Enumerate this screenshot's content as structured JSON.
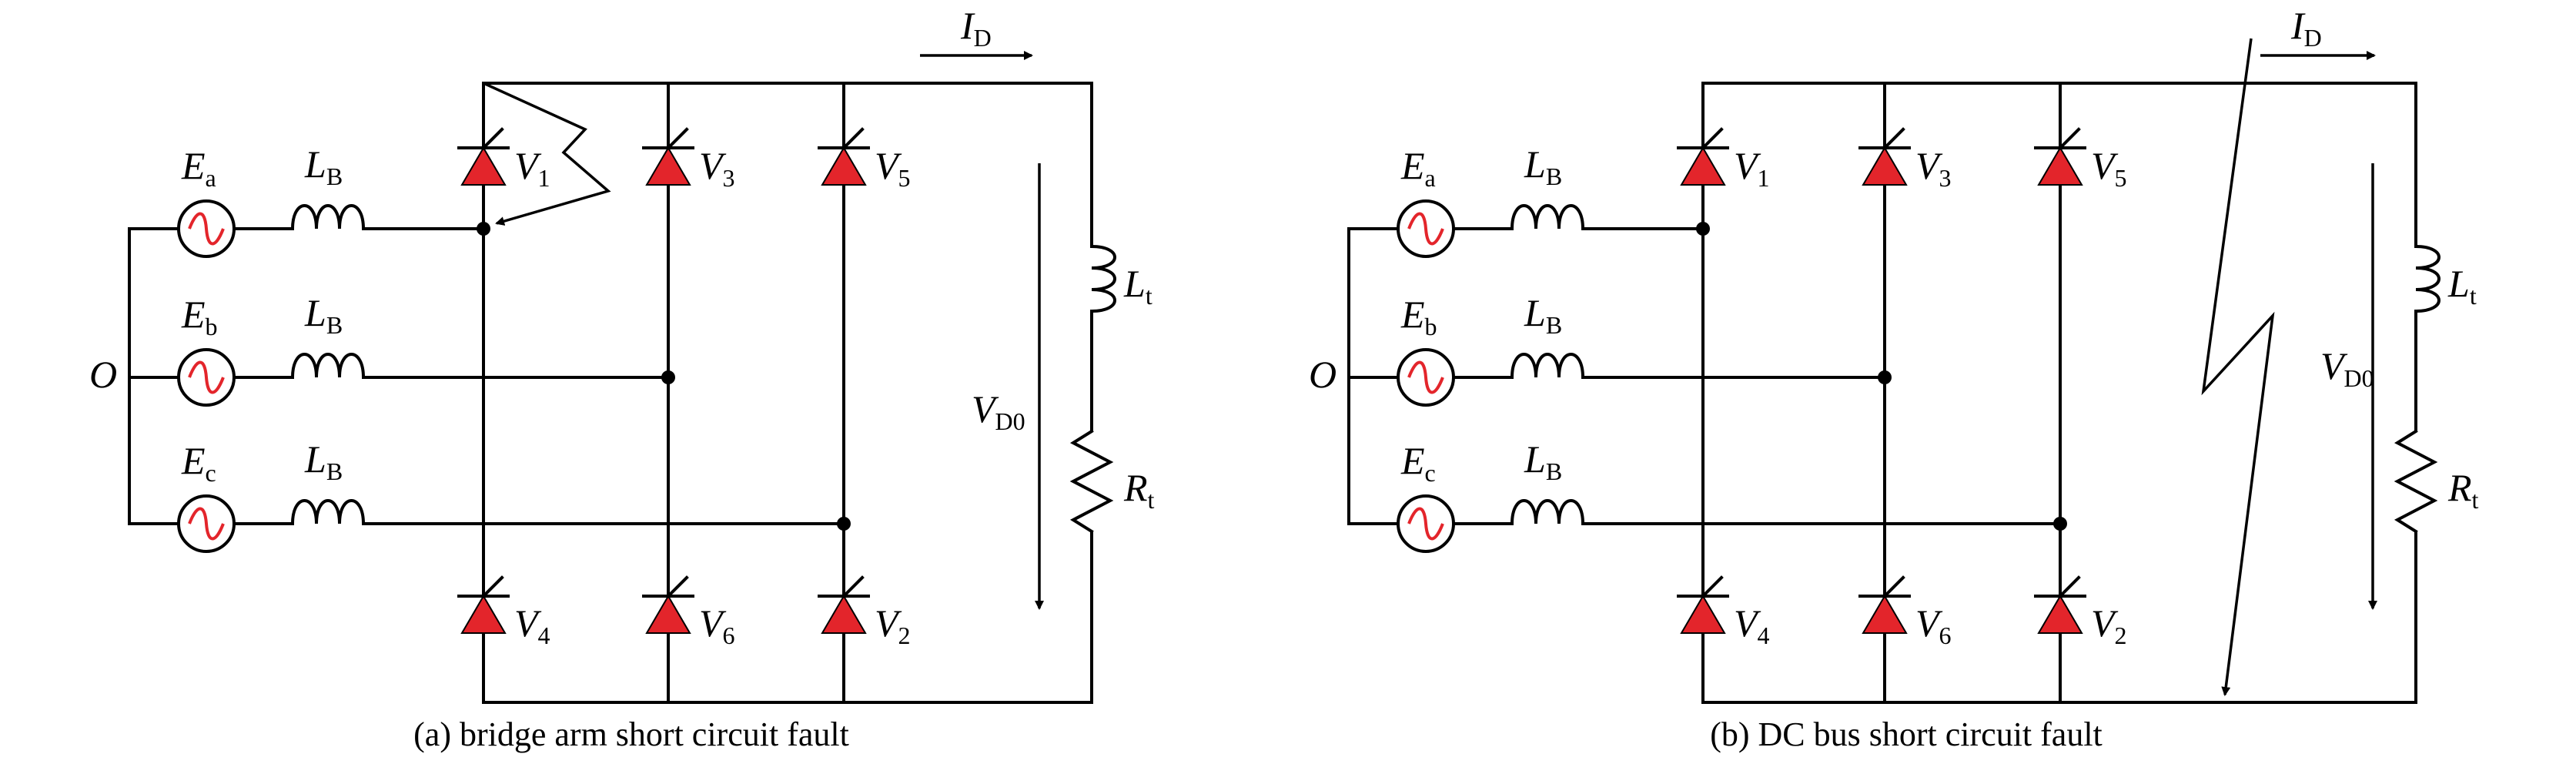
{
  "circuits": [
    {
      "id": "a",
      "caption": "(a) bridge arm short circuit fault",
      "sources": [
        {
          "name": "E",
          "sub": "a",
          "inductor": "L",
          "inductor_sub": "B"
        },
        {
          "name": "E",
          "sub": "b",
          "inductor": "L",
          "inductor_sub": "B"
        },
        {
          "name": "E",
          "sub": "c",
          "inductor": "L",
          "inductor_sub": "B"
        }
      ],
      "neutral_label": "O",
      "thyristors_top": [
        {
          "name": "V",
          "sub": "1"
        },
        {
          "name": "V",
          "sub": "3"
        },
        {
          "name": "V",
          "sub": "5"
        }
      ],
      "thyristors_bottom": [
        {
          "name": "V",
          "sub": "4"
        },
        {
          "name": "V",
          "sub": "6"
        },
        {
          "name": "V",
          "sub": "2"
        }
      ],
      "current": {
        "name": "I",
        "sub": "D"
      },
      "voltage": {
        "name": "V",
        "sub": "D0"
      },
      "load_inductor": {
        "name": "L",
        "sub": "t"
      },
      "load_resistor": {
        "name": "R",
        "sub": "t"
      }
    },
    {
      "id": "b",
      "caption": "(b) DC bus short circuit fault",
      "sources": [
        {
          "name": "E",
          "sub": "a",
          "inductor": "L",
          "inductor_sub": "B"
        },
        {
          "name": "E",
          "sub": "b",
          "inductor": "L",
          "inductor_sub": "B"
        },
        {
          "name": "E",
          "sub": "c",
          "inductor": "L",
          "inductor_sub": "B"
        }
      ],
      "neutral_label": "O",
      "thyristors_top": [
        {
          "name": "V",
          "sub": "1"
        },
        {
          "name": "V",
          "sub": "3"
        },
        {
          "name": "V",
          "sub": "5"
        }
      ],
      "thyristors_bottom": [
        {
          "name": "V",
          "sub": "4"
        },
        {
          "name": "V",
          "sub": "6"
        },
        {
          "name": "V",
          "sub": "2"
        }
      ],
      "current": {
        "name": "I",
        "sub": "D"
      },
      "voltage": {
        "name": "V",
        "sub": "D0"
      },
      "load_inductor": {
        "name": "L",
        "sub": "t"
      },
      "load_resistor": {
        "name": "R",
        "sub": "t"
      }
    }
  ],
  "colors": {
    "thyristor": "#e3252b",
    "source_wave": "#e3252b",
    "wire": "#000000"
  }
}
